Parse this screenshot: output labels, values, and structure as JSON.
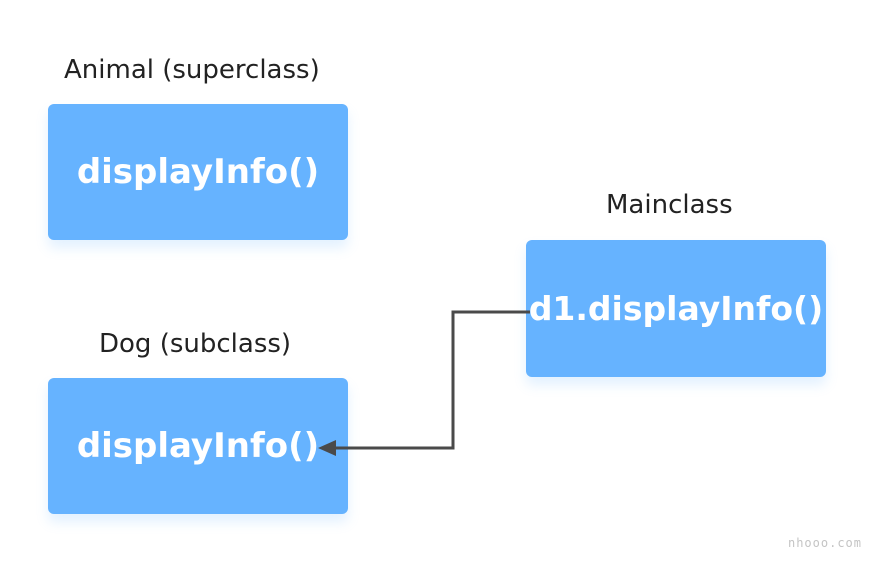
{
  "colors": {
    "box_fill": "#66b3ff",
    "box_text": "#ffffff",
    "label_text": "#222222",
    "connector": "#4a4a4a"
  },
  "nodes": {
    "animal": {
      "label": "Animal (superclass)",
      "method": "displayInfo()"
    },
    "dog": {
      "label": "Dog (subclass)",
      "method": "displayInfo()"
    },
    "main": {
      "label": "Mainclass",
      "call": "d1.displayInfo()"
    }
  },
  "edges": [
    {
      "from": "main",
      "to": "dog",
      "type": "arrow"
    }
  ],
  "watermark": "nhooo.com"
}
